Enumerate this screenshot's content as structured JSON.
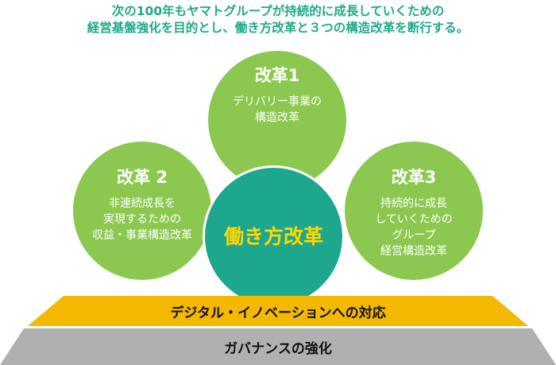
{
  "header": {
    "line1": "次の100年もヤマトグループが持続的に成長していくための",
    "line2": "経営基盤強化を目的とし、働き方改革と３つの構造改革を断行する。"
  },
  "reforms": {
    "r1": {
      "title": "改革1",
      "desc_lines": [
        "デリバリー事業の",
        "構造改革"
      ]
    },
    "r2": {
      "title": "改革 2",
      "desc_lines": [
        "非連続成長を",
        "実現するための",
        "収益・事業構造改革"
      ]
    },
    "r3": {
      "title": "改革3",
      "desc_lines": [
        "持続的に成長",
        "していくための",
        "グループ",
        "経営構造改革"
      ]
    },
    "center": {
      "title": "働き方改革"
    }
  },
  "foundation": {
    "digital": "デジタル・イノベーションへの対応",
    "governance": "ガバナンスの強化"
  },
  "colors": {
    "header_text": "#1fa98a",
    "green_circle": "#8cc850",
    "teal_circle": "#1da88e",
    "center_text": "#ffd700",
    "digital_band": "#f5b800",
    "governance_band": "#b0b0b0"
  }
}
